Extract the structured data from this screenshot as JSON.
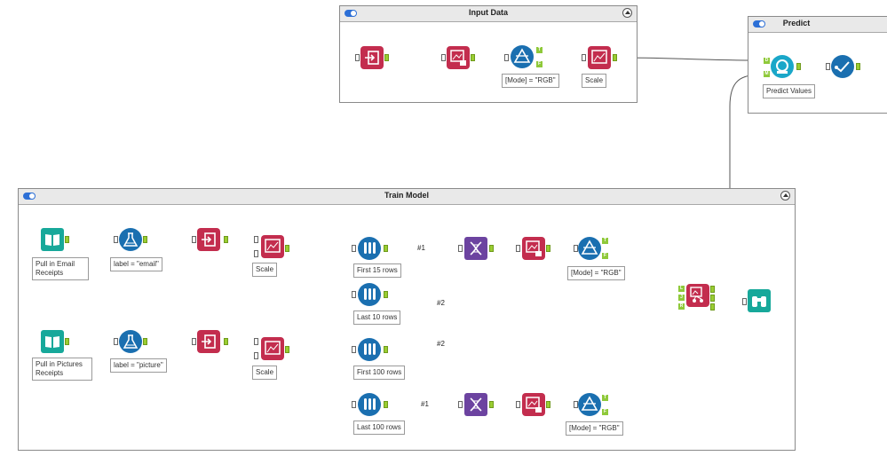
{
  "containers": {
    "input_data": {
      "title": "Input Data"
    },
    "predict": {
      "title": "Predict"
    },
    "train_model": {
      "title": "Train Model"
    }
  },
  "annotations": {
    "mode_rgb_input": "[Mode] = \"RGB\"",
    "scale_input": "Scale",
    "predict_values": "Predict Values",
    "pull_email": "Pull in Email Receipts",
    "label_email": "label = \"email\"",
    "scale_email": "Scale",
    "first_15": "First 15 rows",
    "last_10": "Last 10 rows",
    "mode_rgb_top": "[Mode] = \"RGB\"",
    "pull_pictures": "Pull in Pictures Receipts",
    "label_picture": "label = \"picture\"",
    "scale_picture": "Scale",
    "first_100": "First 100 rows",
    "last_100": "Last 100 rows",
    "mode_rgb_bottom": "[Mode] = \"RGB\""
  },
  "wire_labels": {
    "w1": "#1",
    "w2": "#2",
    "w3": "#2",
    "w4": "#1"
  },
  "anchor_labels": {
    "true": "T",
    "false": "F",
    "data": "D",
    "model": "M",
    "left": "L",
    "right": "R",
    "join": "J"
  },
  "colors": {
    "container_header": "#e9e9e9",
    "image_tool": "#c32d4e",
    "blue_tool": "#1a6fb0",
    "input_tool": "#17a89a",
    "ml_tool": "#6c43a0",
    "browse_tool": "#17a89a",
    "wire": "#555555"
  }
}
